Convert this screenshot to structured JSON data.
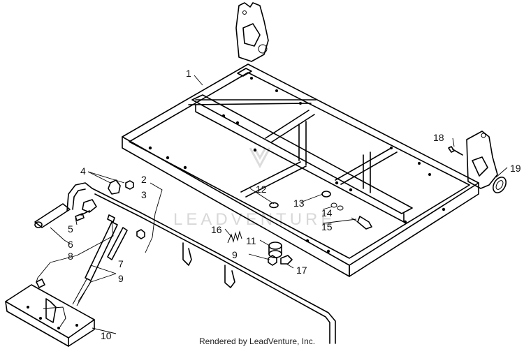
{
  "watermark": "LEADVENTURE",
  "credit": "Rendered by LeadVenture, Inc.",
  "callouts": {
    "c1": "1",
    "c2": "2",
    "c3": "3",
    "c4": "4",
    "c5": "5",
    "c6": "6",
    "c7": "7",
    "c8": "8",
    "c9a": "9",
    "c9b": "9",
    "c10": "10",
    "c11": "11",
    "c12": "12",
    "c13": "13",
    "c14": "14",
    "c15": "15",
    "c16": "16",
    "c17": "17",
    "c18": "18",
    "c19": "19"
  }
}
